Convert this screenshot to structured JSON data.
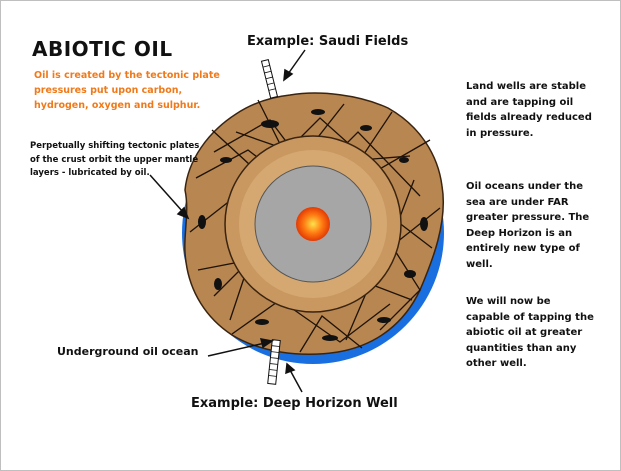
{
  "title": "ABIOTIC OIL",
  "intro": "Oil is created by the tectonic plate pressures put upon carbon, hydrogen, oxygen and sulphur.",
  "plates_label": "Perpetually shifting tectonic plates of the crust orbit the upper mantle layers - lubricated by oil.",
  "saudi_label": "Example: Saudi Fields",
  "ocean_label": "Underground oil ocean",
  "deep_label": "Example: Deep Horizon Well",
  "right_text": {
    "p1": "Land wells are stable and are tapping oil fields already reduced in pressure.",
    "p2": "Oil oceans under the sea are under FAR greater pressure. The Deep Horizon is an entirely new type of well.",
    "p3": "We will now be capable of tapping the abiotic oil at greater quantities than any other well."
  },
  "colors": {
    "ocean": "#1a6fe0",
    "crust": "#b88650",
    "mantle_ring": "#c99760",
    "outer_core": "#a6a6a6",
    "inner_core": "#ff6a10",
    "intro_text": "#f07a1a"
  }
}
